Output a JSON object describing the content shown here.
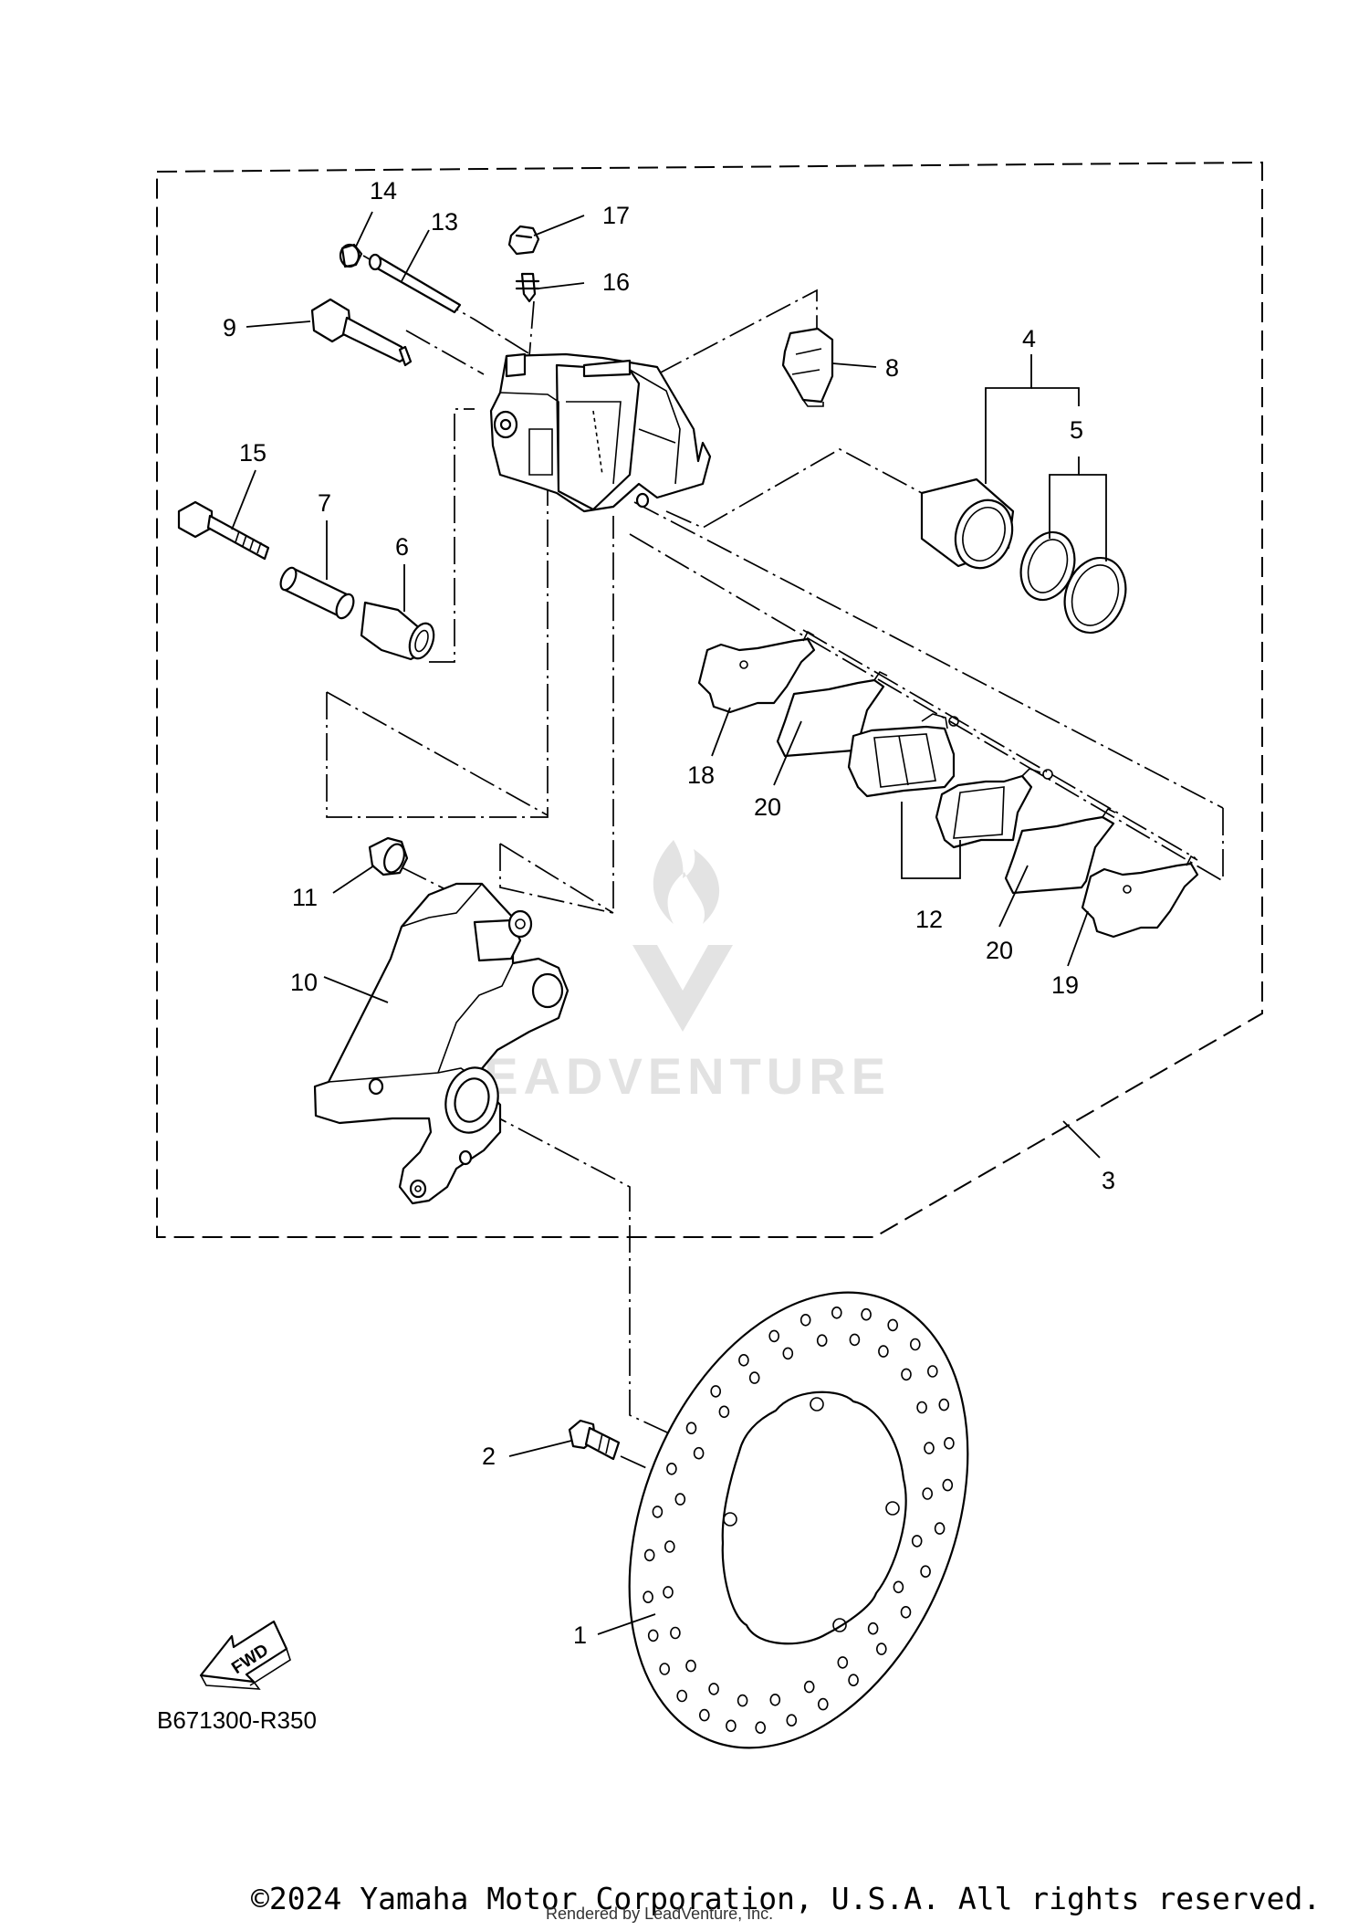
{
  "diagram": {
    "code": "B671300-R350",
    "fwd_label": "FWD",
    "watermark": "LEADVENTURE",
    "parts": [
      {
        "id": "p1",
        "label": "1"
      },
      {
        "id": "p2",
        "label": "2"
      },
      {
        "id": "p3",
        "label": "3"
      },
      {
        "id": "p4",
        "label": "4"
      },
      {
        "id": "p5",
        "label": "5"
      },
      {
        "id": "p6",
        "label": "6"
      },
      {
        "id": "p7",
        "label": "7"
      },
      {
        "id": "p8",
        "label": "8"
      },
      {
        "id": "p9",
        "label": "9"
      },
      {
        "id": "p10",
        "label": "10"
      },
      {
        "id": "p11",
        "label": "11"
      },
      {
        "id": "p12",
        "label": "12"
      },
      {
        "id": "p13",
        "label": "13"
      },
      {
        "id": "p14",
        "label": "14"
      },
      {
        "id": "p15",
        "label": "15"
      },
      {
        "id": "p16",
        "label": "16"
      },
      {
        "id": "p17",
        "label": "17"
      },
      {
        "id": "p18",
        "label": "18"
      },
      {
        "id": "p19",
        "label": "19"
      },
      {
        "id": "p20a",
        "label": "20"
      },
      {
        "id": "p20b",
        "label": "20"
      }
    ]
  },
  "footer": {
    "copyright": "©2024 Yamaha Motor Corporation, U.S.A. All rights reserved.",
    "rendered_by": "Rendered by LeadVenture, Inc."
  }
}
